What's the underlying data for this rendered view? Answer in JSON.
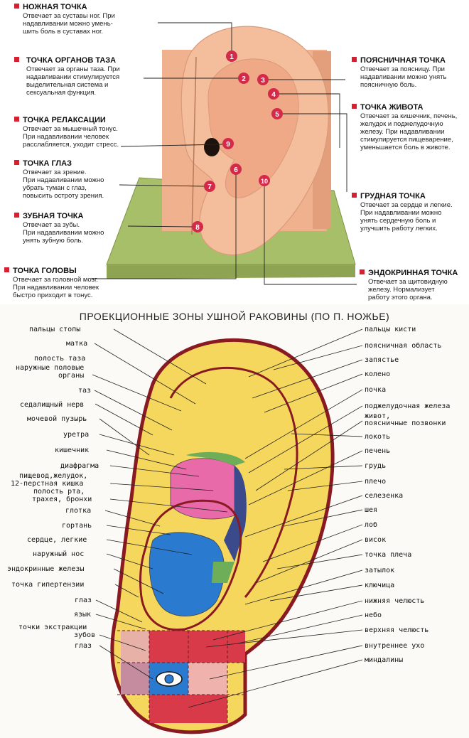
{
  "top": {
    "points": [
      {
        "title": "НОЖНАЯ ТОЧКА",
        "lines": [
          "Отвечает за суставы ног. При",
          "надавливании можно умень-",
          "шить боль в суставах ног."
        ]
      },
      {
        "title": "ТОЧКА ОРГАНОВ ТАЗА",
        "lines": [
          "Отвечает за органы таза. При",
          "надавливании стимулируется",
          "выделительная система и",
          "сексуальная функция."
        ]
      },
      {
        "title": "ТОЧКА РЕЛАКСАЦИИ",
        "lines": [
          "Отвечает за мышечный тонус.",
          "При надавливании человек",
          "расслабляется, уходит стресс."
        ]
      },
      {
        "title": "ТОЧКА ГЛАЗ",
        "lines": [
          "Отвечает за зрение.",
          "При надавливании можно",
          "убрать туман с глаз,",
          "повысить остроту зрения."
        ]
      },
      {
        "title": "ЗУБНАЯ ТОЧКА",
        "lines": [
          "Отвечает за зубы.",
          "При надавливании можно",
          "унять зубную боль."
        ]
      },
      {
        "title": "ТОЧКА ГОЛОВЫ",
        "lines": [
          "Отвечает за головной мозг.",
          "При надавливании человек",
          "быстро приходит в тонус."
        ]
      },
      {
        "title": "ПОЯСНИЧНАЯ ТОЧКА",
        "lines": [
          "Отвечает за поясницу. При",
          "надавливании можно унять",
          "поясничную боль."
        ]
      },
      {
        "title": "ТОЧКА ЖИВОТА",
        "lines": [
          "Отвечает за кишечник, печень,",
          "желудок и поджелудочную",
          "железу. При надавливании",
          "стимулируется пищеварение,",
          "уменьшается боль в животе."
        ]
      },
      {
        "title": "ГРУДНАЯ ТОЧКА",
        "lines": [
          "Отвечает за сердце и легкие.",
          "При надавливании можно",
          "унять сердечную боль и",
          "улучшить работу легких."
        ]
      },
      {
        "title": "ЭНДОКРИННАЯ ТОЧКА",
        "lines": [
          "Отвечает за щитовидную",
          "железу. Нормализует",
          "работу этого органа."
        ]
      }
    ],
    "markers": [
      "1",
      "2",
      "3",
      "4",
      "5",
      "6",
      "7",
      "8",
      "9",
      "10"
    ]
  },
  "bottom": {
    "title": "ПРОЕКЦИОННЫЕ ЗОНЫ УШНОЙ РАКОВИНЫ (ПО П. НОЖЬЕ)",
    "left_labels": [
      [
        "пальцы стопы"
      ],
      [
        "матка"
      ],
      [
        "полость таза"
      ],
      [
        "наружные половые",
        "органы"
      ],
      [
        "таз"
      ],
      [
        "седалищный нерв"
      ],
      [
        "мочевой пузырь"
      ],
      [
        "уретра"
      ],
      [
        "кишечник"
      ],
      [
        "диафрагма"
      ],
      [
        "пищевод,желудок,",
        "12-перстная кишка"
      ],
      [
        "полость рта,",
        "трахея, бронхи"
      ],
      [
        "глотка"
      ],
      [
        "гортань"
      ],
      [
        "сердце, легкие"
      ],
      [
        "наружный нос"
      ],
      [
        "эндокринные железы"
      ],
      [
        "точка гипертензии"
      ],
      [
        "глаз"
      ],
      [
        "язык"
      ],
      [
        "точки экстракции",
        "зубов"
      ],
      [
        "глаз"
      ]
    ],
    "right_labels": [
      [
        "пальцы кисти"
      ],
      [
        "поясничная область"
      ],
      [
        "запястье"
      ],
      [
        "колено"
      ],
      [
        "почка"
      ],
      [
        "поджелудочная железа"
      ],
      [
        "живот,",
        "поясничные позвонки"
      ],
      [
        "локоть"
      ],
      [
        "печень"
      ],
      [
        "грудь"
      ],
      [
        "плечо"
      ],
      [
        "селезенка"
      ],
      [
        "шея"
      ],
      [
        "лоб"
      ],
      [
        "висок"
      ],
      [
        "точка плеча"
      ],
      [
        "затылок"
      ],
      [
        "ключица"
      ],
      [
        "нижняя челюсть"
      ],
      [
        "небо"
      ],
      [
        "верхняя челюсть"
      ],
      [
        "внутреннее ухо"
      ],
      [
        "миндалины"
      ]
    ]
  },
  "colors": {
    "marker": "#d42a4a",
    "bullet": "#d42030",
    "ear_skin": "#f2b894",
    "base_green": "#a8bf6a",
    "chart_yellow": "#f6d75e",
    "chart_outline": "#8a1a22",
    "zone_pink": "#e86aa8",
    "zone_blue": "#2a7ad0",
    "zone_green": "#6fae58",
    "zone_red": "#d93a4a",
    "zone_lobe_pink": "#efb2ad",
    "zone_lobe_mauve": "#c58ca0"
  }
}
